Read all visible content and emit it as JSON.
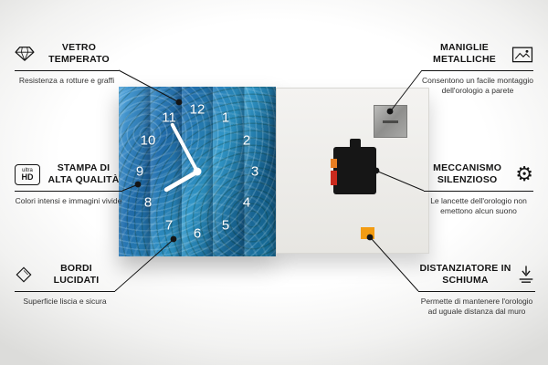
{
  "product": {
    "name": "glass wall clock infographic",
    "clock": {
      "numbers": {
        "n1": "1",
        "n2": "2",
        "n3": "3",
        "n4": "4",
        "n5": "5",
        "n6": "6",
        "n7": "7",
        "n8": "8",
        "n9": "9",
        "n10": "10",
        "n11": "11",
        "n12": "12"
      }
    }
  },
  "icons": {
    "gear_glyph": "⚙"
  },
  "colors": {
    "clock_blue": "#1f6cac",
    "foam_orange": "#f39c12",
    "mechanism_black": "#161616",
    "line_black": "#141414"
  },
  "callouts": {
    "left": [
      {
        "icon": "diamond-icon",
        "title": "VETRO TEMPERATO",
        "desc": "Resistenza a rotture e graffi"
      },
      {
        "icon": "ultra-hd-icon",
        "icon_label_top": "ultra",
        "icon_label_bottom": "HD",
        "title": "STAMPA DI ALTA QUALITÀ",
        "desc": "Colori intensi e immagini vivide"
      },
      {
        "icon": "polished-edge-icon",
        "title": "BORDI LUCIDATI",
        "desc": "Superficie liscia e sicura"
      }
    ],
    "right": [
      {
        "icon": "picture-mount-icon",
        "title": "MANIGLIE METALLICHE",
        "desc": "Consentono un facile montaggio dell'orologio a parete"
      },
      {
        "icon": "gear-icon",
        "title": "MECCANISMO SILENZIOSO",
        "desc": "Le lancette dell'orologio non emettono alcun suono"
      },
      {
        "icon": "foam-spacer-icon",
        "title": "DISTANZIATORE IN SCHIUMA",
        "desc": "Permette di mantenere l'orologio ad uguale distanza dal muro"
      }
    ]
  }
}
